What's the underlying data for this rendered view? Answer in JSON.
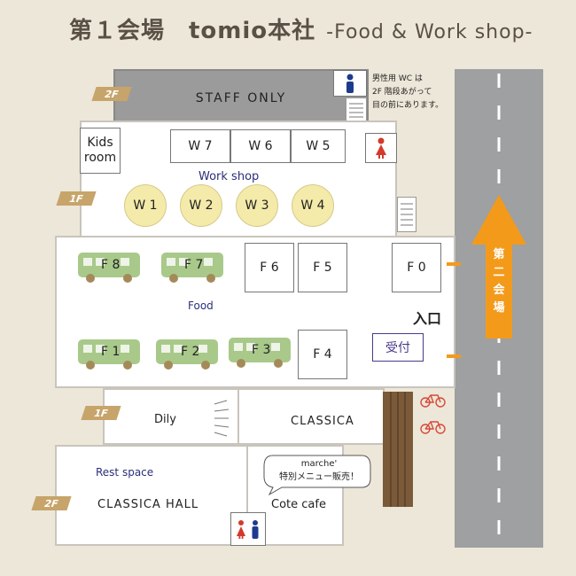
{
  "title": {
    "main": "第１会場　tomio本社",
    "sub": "-Food & Work shop-"
  },
  "floors": {
    "staff": "2F",
    "workshop": "1F",
    "dily": "1F",
    "hall": "2F"
  },
  "staff_only": "STAFF ONLY",
  "wc_note": [
    "男性用 WC は",
    "2F 階段あがって",
    "目の前にあります。"
  ],
  "kids_room": [
    "Kids",
    "room"
  ],
  "workshop": {
    "label": "Work shop",
    "rooms": [
      "W 7",
      "W 6",
      "W 5"
    ],
    "tables": [
      "W 1",
      "W 2",
      "W 3",
      "W 4"
    ]
  },
  "food": {
    "label": "Food",
    "bus_top": [
      "F 8",
      "F 7"
    ],
    "bus_bottom": [
      "F 1",
      "F 2",
      "F 3"
    ],
    "booths": [
      "F 6",
      "F 5",
      "F 0",
      "F 4"
    ]
  },
  "entrance": "入口",
  "reception": "受付",
  "road_sign": [
    "第",
    "二",
    "会",
    "場"
  ],
  "dily": "Dily",
  "classica": "CLASSICA",
  "rest_space": "Rest space",
  "classica_hall": "CLASSICA HALL",
  "cafe": "Cote cafe",
  "speech": [
    "marche'",
    "特別メニュー販売！"
  ],
  "colors": {
    "background": "#ede7d9",
    "bus": "#a8c98a",
    "table": "#f4eaa9",
    "arrow": "#f39a1b",
    "staff": "#9b9b9b",
    "road": "#9ea0a2",
    "floor_tag": "#c7a46a",
    "wc_male": "#1d3b8c",
    "wc_female": "#d23a2a"
  }
}
